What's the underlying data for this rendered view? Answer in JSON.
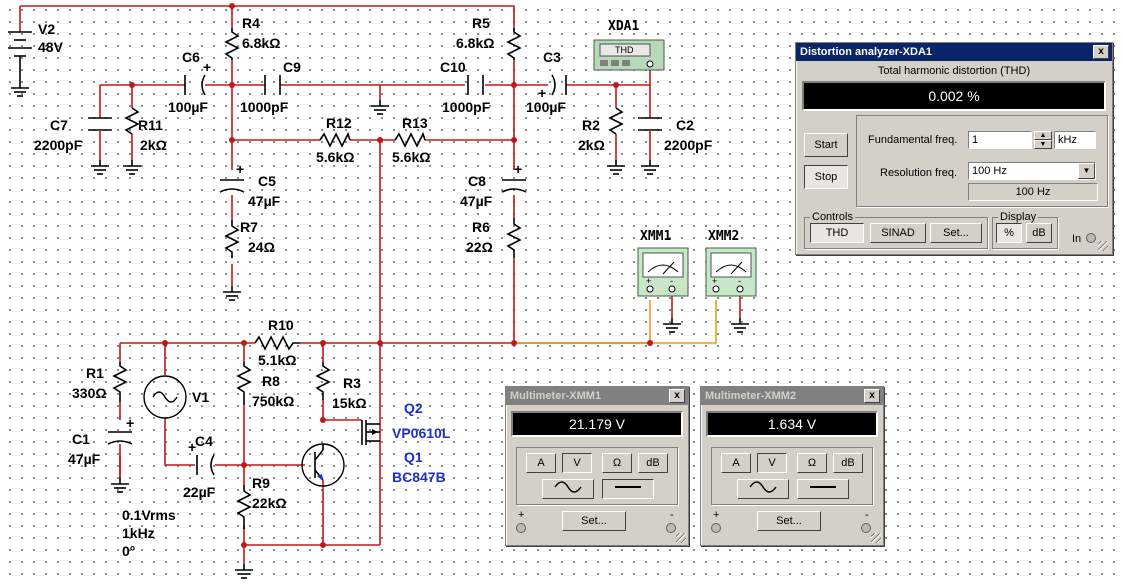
{
  "colors": {
    "wire": "#c01818",
    "accent_blue": "#1f2fc0",
    "meter_case": "#c8e6c8",
    "window_gray": "#d4d0c8"
  },
  "schematic": {
    "labels": {
      "V2": "V2",
      "V2_val": "48V",
      "R4": "R4",
      "R4_val": "6.8kΩ",
      "R5": "R5",
      "R5_val": "6.8kΩ",
      "C6": "C6",
      "C6_val": "100µF",
      "C9": "C9",
      "C9_val": "1000pF",
      "C10": "C10",
      "C10_val": "1000pF",
      "C3": "C3",
      "C3_val": "100µF",
      "XDA1": "XDA1",
      "THD": "THD",
      "C7": "C7",
      "C7_val": "2200pF",
      "R11": "R11",
      "R11_val": "2kΩ",
      "R12": "R12",
      "R12_val": "5.6kΩ",
      "R13": "R13",
      "R13_val": "5.6kΩ",
      "R2": "R2",
      "R2_val": "2kΩ",
      "C2": "C2",
      "C2_val": "2200pF",
      "C5": "C5",
      "C5_val": "47µF",
      "C8": "C8",
      "C8_val": "47µF",
      "R7": "R7",
      "R7_val": "24Ω",
      "R6": "R6",
      "R6_val": "22Ω",
      "XMM1": "XMM1",
      "XMM2": "XMM2",
      "R10": "R10",
      "R10_val": "5.1kΩ",
      "R1": "R1",
      "R1_val": "330Ω",
      "R8": "R8",
      "R8_val": "750kΩ",
      "R3": "R3",
      "R3_val": "15kΩ",
      "Q2": "Q2",
      "Q2_val": "VP0610L",
      "Q1": "Q1",
      "Q1_val": "BC847B",
      "V1": "V1",
      "C1": "C1",
      "C1_val": "47µF",
      "C4": "C4",
      "C4_val": "22µF",
      "R9": "R9",
      "R9_val": "22kΩ",
      "V1_amp": "0.1Vrms",
      "V1_freq": "1kHz",
      "V1_phase": "0°",
      "plus": "+",
      "minus": "-"
    }
  },
  "distortion_analyzer": {
    "title": "Distortion analyzer-XDA1",
    "close": "x",
    "heading": "Total harmonic distortion (THD)",
    "reading": "0.002 %",
    "start": "Start",
    "stop": "Stop",
    "fundamental_label": "Fundamental freq.",
    "fundamental_value": "1",
    "fundamental_unit": "kHz",
    "resolution_label": "Resolution freq.",
    "resolution_value": "100 Hz",
    "resolution_readout": "100 Hz",
    "controls_label": "Controls",
    "thd_btn": "THD",
    "sinad_btn": "SINAD",
    "set_btn": "Set...",
    "display_label": "Display",
    "pct_btn": "%",
    "db_btn": "dB",
    "in_label": "In"
  },
  "multimeter1": {
    "title": "Multimeter-XMM1",
    "close": "x",
    "reading": "21.179 V",
    "a": "A",
    "v": "V",
    "ohm": "Ω",
    "db": "dB",
    "set": "Set...",
    "plus": "+",
    "minus": "-"
  },
  "multimeter2": {
    "title": "Multimeter-XMM2",
    "close": "x",
    "reading": "1.634 V",
    "a": "A",
    "v": "V",
    "ohm": "Ω",
    "db": "dB",
    "set": "Set...",
    "plus": "+",
    "minus": "-"
  }
}
